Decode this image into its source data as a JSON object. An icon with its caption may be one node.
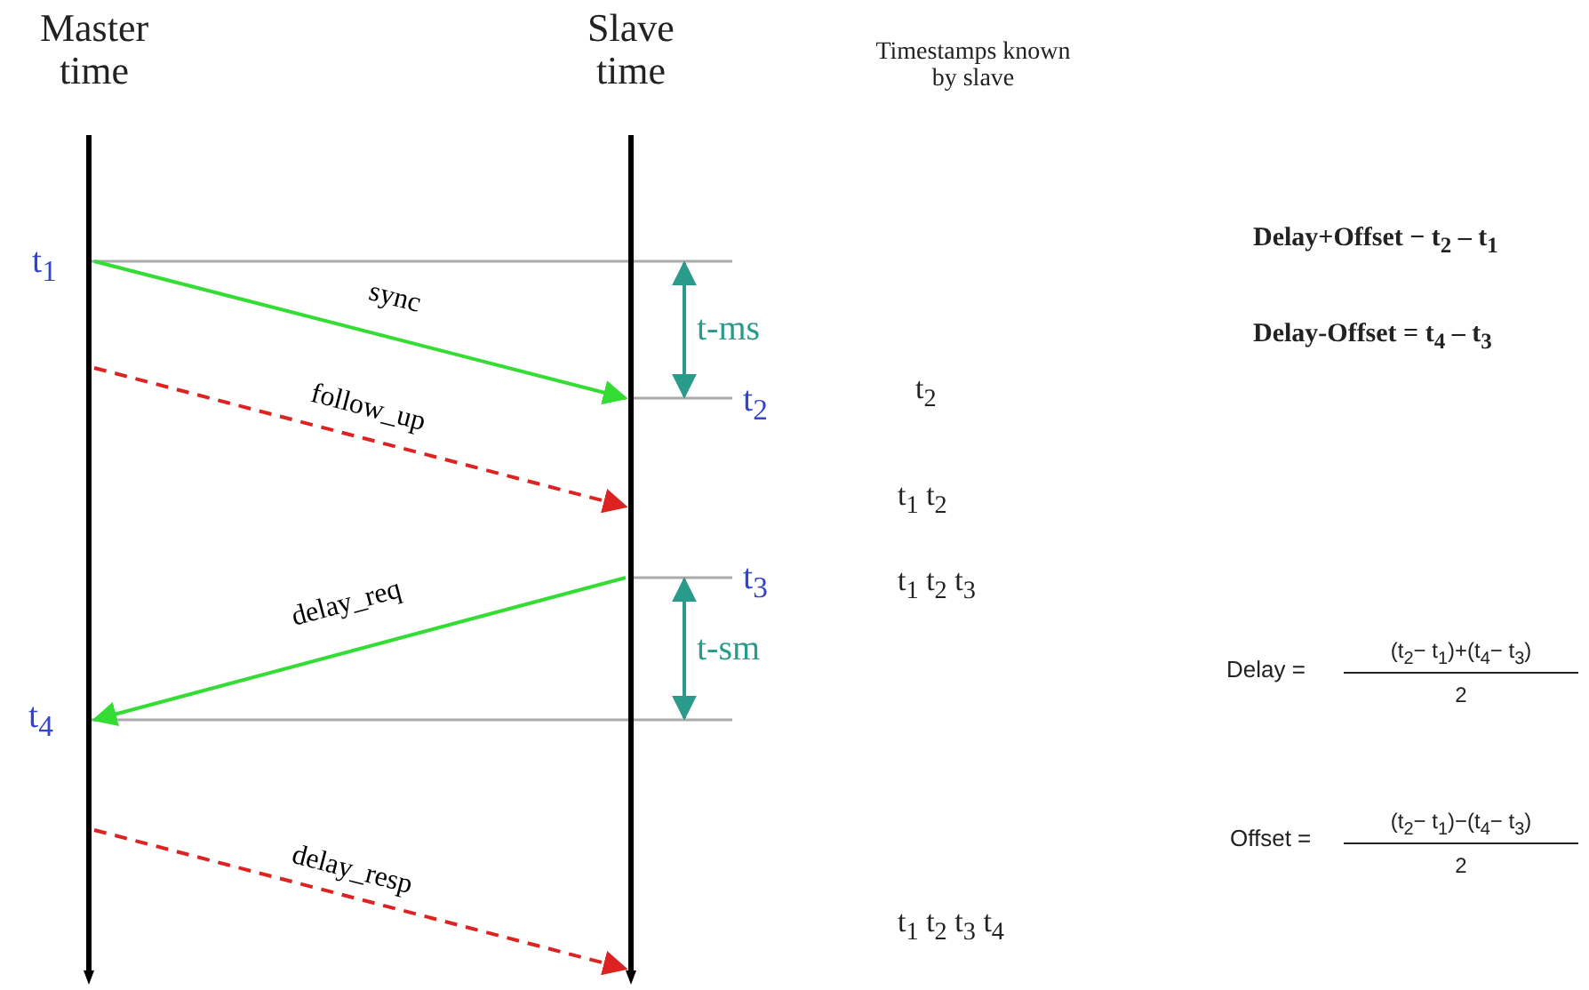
{
  "diagram": {
    "nodes": [
      {
        "text": [],
        "shape": "bar"
      },
      {
        "text": [],
        "shape": "bar"
      }
    ],
    "edges": [
      {
        "from": 0,
        "to": 1,
        "arrow": "to",
        "label": "sync",
        "color": "#33dd33"
      },
      {
        "from": 0,
        "to": 1,
        "arrow": "to",
        "label": "follow_up",
        "style": "dashed",
        "color": "#dd2222"
      },
      {
        "from": 1,
        "to": 0,
        "arrow": "to",
        "label": "delay_req",
        "color": "#33dd33"
      },
      {
        "from": 0,
        "to": 1,
        "arrow": "to",
        "label": "delay_resp",
        "style": "dashed",
        "color": "#dd2222"
      }
    ],
    "labels": [
      "Master time",
      "Slave time",
      "Timestamps known by slave",
      "t$_{1}$",
      "t-ms",
      "t$_{2}$",
      "t$_{3}$",
      "t-sm",
      "t$_{4}$",
      "t$_{2}$",
      "t$_{1}$ t$_{2}$",
      "t$_{1}$ t$_{2}$ t$_{3}$",
      "t$_{1}$ t$_{2}$ t$_{3}$ t$_{4}$",
      "Delay+Offset − t$_{2}$ – t$_{1}$",
      "Delay-Offset = t$_{4}$ – t$_{3}$",
      "Delay =",
      "(t$_{2}$− t$_{1}$)+(t$_{4}$− t$_{3}$)",
      "2",
      "Offset =",
      "(t$_{2}$− t$_{1}$)−(t$_{4}$− t$_{3}$)",
      "2"
    ]
  }
}
